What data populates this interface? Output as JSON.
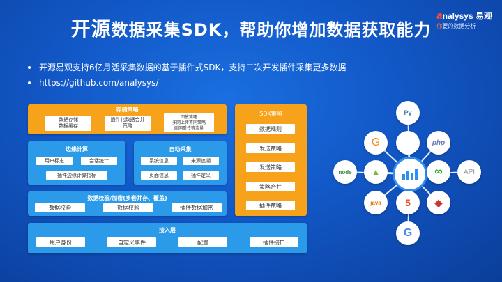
{
  "header": {
    "title_prefix": "开源",
    "title_rest": "数据采集SDK，帮助你增加数据获取能力",
    "brand_a": "a",
    "brand_name": "nalysys 易观",
    "brand_tag_hl": "你",
    "brand_tag": "要的数据分析"
  },
  "bullets": [
    "开源易观支持6亿月活采集数据的基于插件式SDK，支持二次开发插件采集更多数据",
    "https://github.com/analysys/"
  ],
  "diagram": {
    "storage": {
      "title": "存储策略",
      "items": [
        "数据存储\n数据缓存",
        "插件化数据合并\n策略",
        "回放策略\n多网上传不同策略\n断网重传等流量"
      ]
    },
    "edge": {
      "title": "边缘计算",
      "items": [
        "用户标志",
        "会话统计",
        "插件边缘计算指标"
      ]
    },
    "auto": {
      "title": "自动采集",
      "items": [
        "系统信息",
        "来源追溯",
        "页面信息",
        "插件定义"
      ]
    },
    "check": {
      "title": "数据校验/加密(多套并存、覆盖)",
      "items": [
        "数据校验",
        "数据校验",
        "插件数据加密"
      ]
    },
    "access": {
      "title": "接入层",
      "items": [
        "用户身份",
        "自定义事件",
        "配置",
        "插件接口"
      ]
    },
    "sdk": {
      "title": "SDK策略",
      "items": [
        "数据规则",
        "发送策略",
        "发送策略",
        "策略合并",
        "插件策略"
      ]
    }
  },
  "icons": {
    "python": "Py",
    "g_ring": "G",
    "apple": "",
    "php": "php",
    "node": "node",
    "android": "▲",
    "miniapp": "∞",
    "api": "API",
    "java": "java",
    "html5": "5",
    "ruby": "◆",
    "google": "G"
  },
  "colors": {
    "orange": "#f6a21a",
    "blue": "#2b9ae8",
    "bg": "#1257c6"
  }
}
